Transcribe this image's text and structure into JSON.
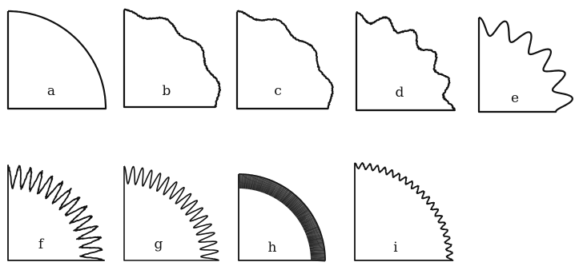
{
  "figure": {
    "panels": [
      {
        "id": "a",
        "label": "a",
        "style": "smooth"
      },
      {
        "id": "b",
        "label": "b",
        "style": "slight-wave"
      },
      {
        "id": "c",
        "label": "c",
        "style": "slight-wave-irregular"
      },
      {
        "id": "d",
        "label": "d",
        "style": "medium-wave"
      },
      {
        "id": "e",
        "label": "e",
        "style": "deep-lobes"
      },
      {
        "id": "f",
        "label": "f",
        "style": "jagged-teeth"
      },
      {
        "id": "g",
        "label": "g",
        "style": "comb-teeth"
      },
      {
        "id": "h",
        "label": "h",
        "style": "fine-hatched-band"
      },
      {
        "id": "i",
        "label": "i",
        "style": "fine-wave"
      }
    ],
    "stroke_color": "#111111",
    "background": "#ffffff"
  }
}
